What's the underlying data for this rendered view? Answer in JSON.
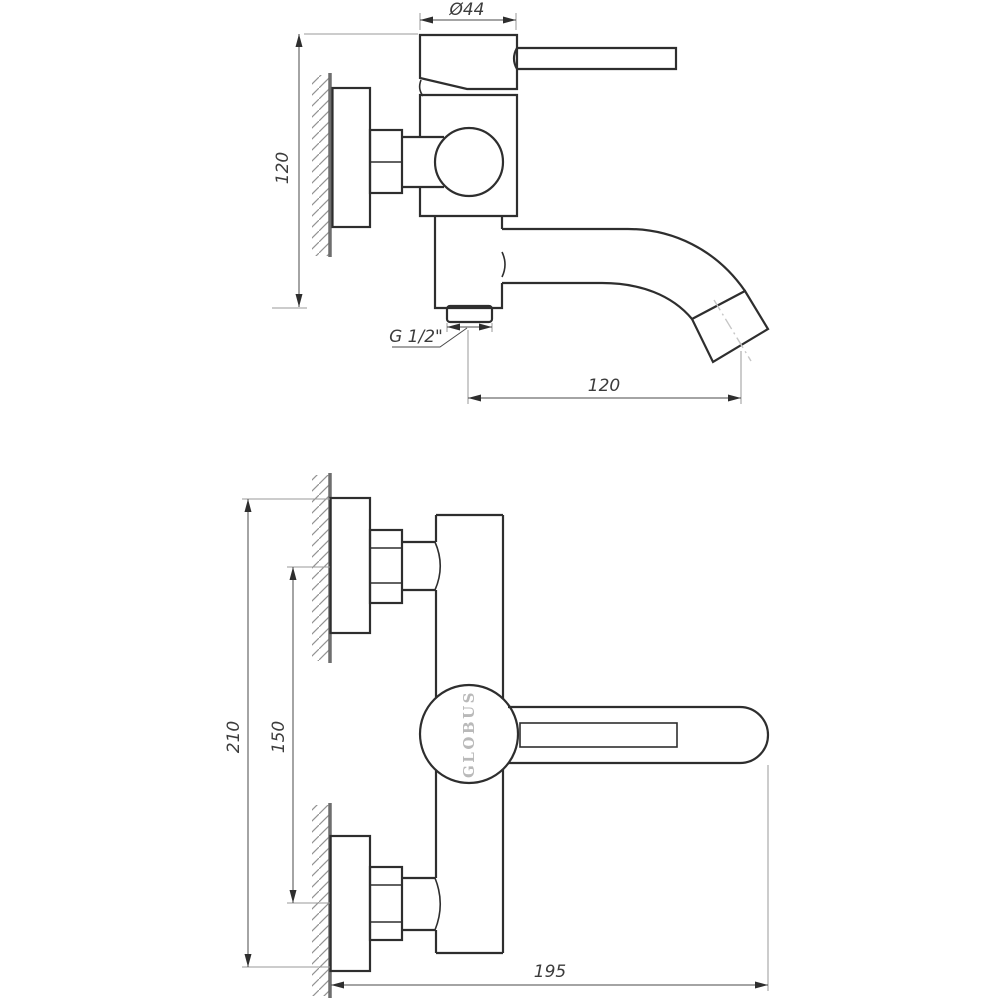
{
  "drawing": {
    "kind": "technical-drawing",
    "brand": {
      "label": "GLOBUS"
    },
    "side_view": {
      "handle_diameter": "Ø44",
      "height": "120",
      "thread": "G 1/2\"",
      "spout_reach": "120"
    },
    "front_view": {
      "overall_height": "210",
      "connection_centers": "150",
      "overall_width": "195"
    },
    "colors": {
      "outline": "#2e2e2e",
      "wall": "#6e6e6e",
      "dimension": "#4a4a4a",
      "extension": "#9a9a9a",
      "brand_text": "#b9b9b9",
      "background": "#ffffff"
    }
  }
}
